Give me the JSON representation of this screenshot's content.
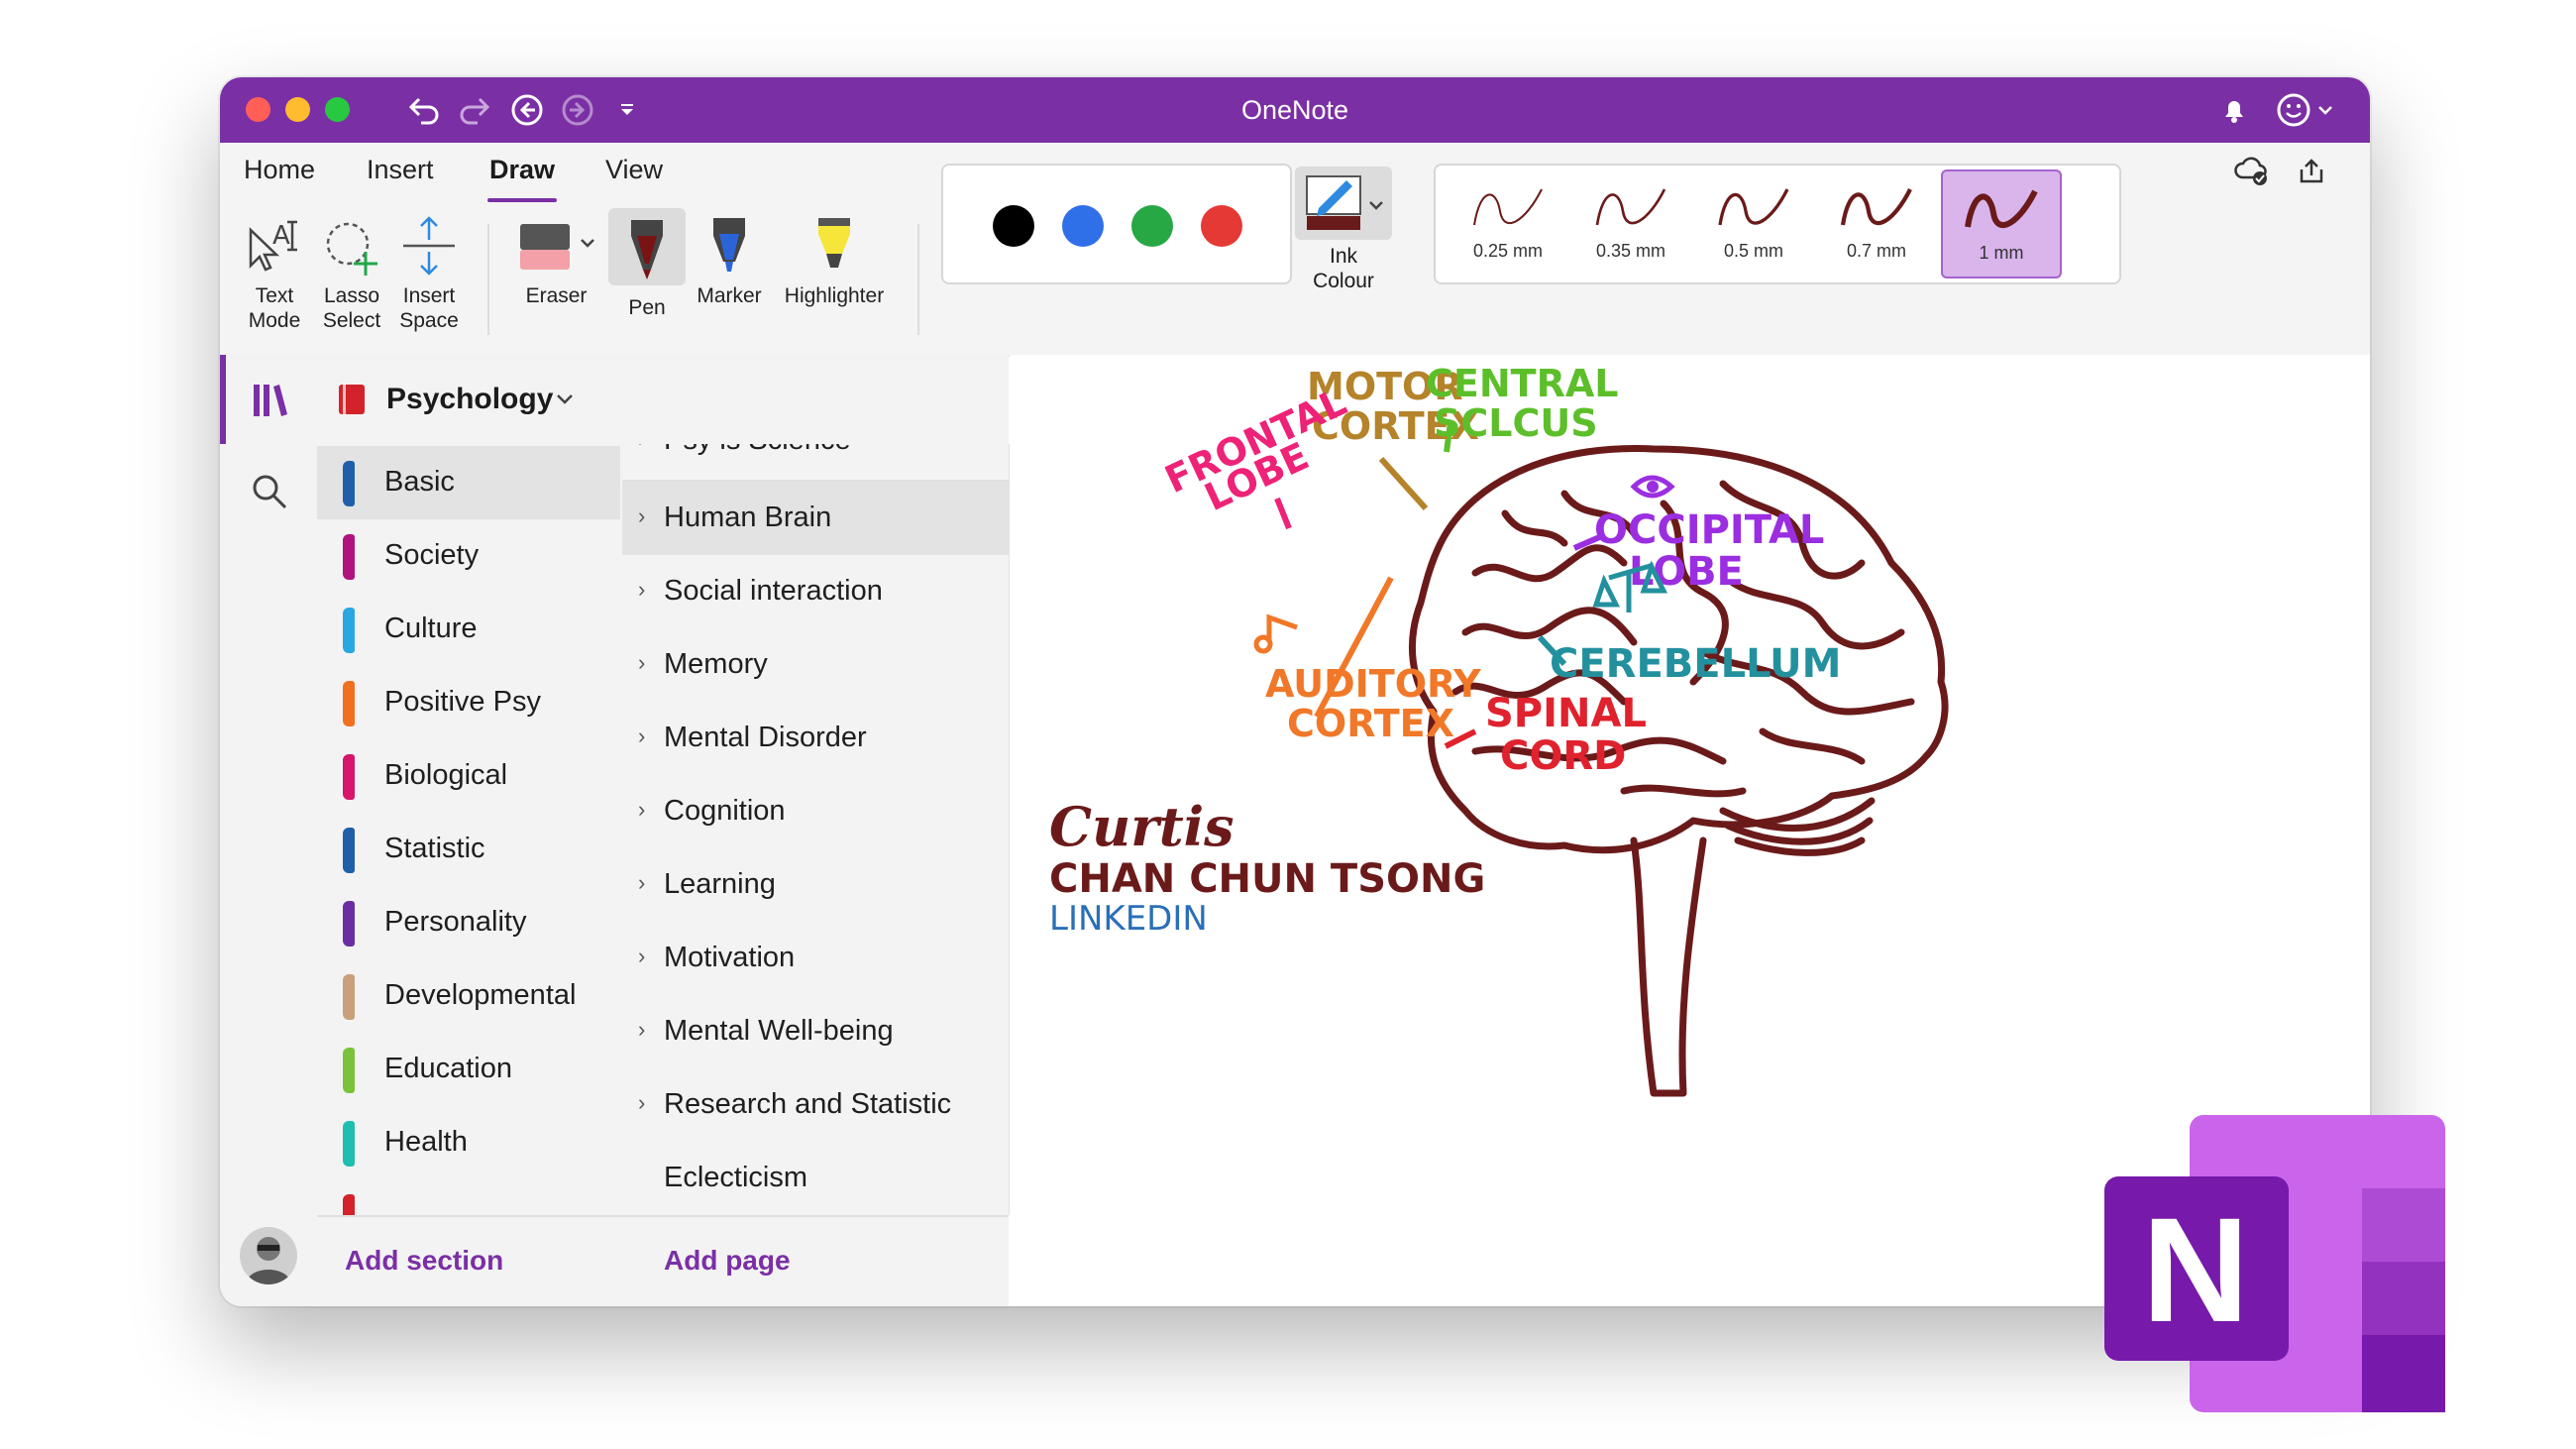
{
  "window": {
    "title": "OneNote",
    "traffic_lights": {
      "close": "#ff5f57",
      "minimize": "#febc2e",
      "maximize": "#28c840"
    },
    "accent_color": "#7b2fa5",
    "titlebar_icons": [
      "undo-icon",
      "redo-icon",
      "back-icon",
      "forward-icon",
      "customize-dropdown-icon",
      "bell-icon",
      "feedback-smiley-icon"
    ]
  },
  "ribbon": {
    "tabs": [
      {
        "label": "Home"
      },
      {
        "label": "Insert"
      },
      {
        "label": "Draw",
        "active": true
      },
      {
        "label": "View"
      }
    ],
    "tools": {
      "text_mode": {
        "line1": "Text",
        "line2": "Mode"
      },
      "lasso_select": {
        "line1": "Lasso",
        "line2": "Select"
      },
      "insert_space": {
        "line1": "Insert",
        "line2": "Space"
      },
      "eraser": "Eraser",
      "pen": "Pen",
      "marker": "Marker",
      "highlighter": "Highlighter"
    },
    "ink_colors": [
      "#000000",
      "#2f6fe8",
      "#28a745",
      "#e53935"
    ],
    "ink_colour": {
      "line1": "Ink",
      "line2": "Colour",
      "current": "#6b1a1a"
    },
    "thickness": [
      {
        "label": "0.25 mm"
      },
      {
        "label": "0.35 mm"
      },
      {
        "label": "0.5 mm"
      },
      {
        "label": "0.7 mm"
      },
      {
        "label": "1 mm",
        "selected": true
      }
    ]
  },
  "notebook": {
    "name": "Psychology",
    "icon_color": "#d3222a"
  },
  "sections": [
    {
      "label": "Basic",
      "color": "#1f5fa8",
      "selected": true
    },
    {
      "label": "Society",
      "color": "#b0127e"
    },
    {
      "label": "Culture",
      "color": "#2aa7e0"
    },
    {
      "label": "Positive Psy",
      "color": "#f07020"
    },
    {
      "label": "Biological",
      "color": "#d6156b"
    },
    {
      "label": "Statistic",
      "color": "#1f5fa8"
    },
    {
      "label": "Personality",
      "color": "#6a2ea0"
    },
    {
      "label": "Developmental",
      "color": "#c9a07a"
    },
    {
      "label": "Education",
      "color": "#7ac23a"
    },
    {
      "label": "Health",
      "color": "#1fbfb0"
    }
  ],
  "pages": [
    {
      "label": "Psy is Science"
    },
    {
      "label": "Human Brain",
      "selected": true
    },
    {
      "label": "Social interaction"
    },
    {
      "label": "Memory"
    },
    {
      "label": "Mental Disorder"
    },
    {
      "label": "Cognition"
    },
    {
      "label": "Learning"
    },
    {
      "label": "Motivation"
    },
    {
      "label": "Mental Well-being"
    },
    {
      "label": "Research and Statistic"
    },
    {
      "label": "Eclecticism"
    }
  ],
  "footer": {
    "add_section": "Add section",
    "add_page": "Add page"
  },
  "drawing": {
    "labels": {
      "motor": [
        "MOTOR",
        "CORTEX"
      ],
      "central": [
        "CENTRAL",
        "SCLCUS"
      ],
      "frontal": [
        "FRONTAL",
        "LOBE"
      ],
      "occipital": [
        "OCCIPITAL",
        "LOBE"
      ],
      "cerebellum": "CEREBELLUM",
      "auditory": [
        "AUDITORY",
        "CORTEX"
      ],
      "spinal": [
        "SPINAL",
        "CORD"
      ]
    },
    "colors": {
      "brain": "#6b1a1a",
      "motor": "#b5832a",
      "central": "#5cbf2a",
      "frontal": "#ee2277",
      "occipital": "#9b2ee0",
      "cerebellum": "#23909e",
      "auditory": "#f07828",
      "spinal": "#e0222e"
    },
    "signature": "Curtis",
    "author": "CHAN CHUN TSONG",
    "link": "LINKEDIN"
  },
  "logo": {
    "letter": "N"
  }
}
